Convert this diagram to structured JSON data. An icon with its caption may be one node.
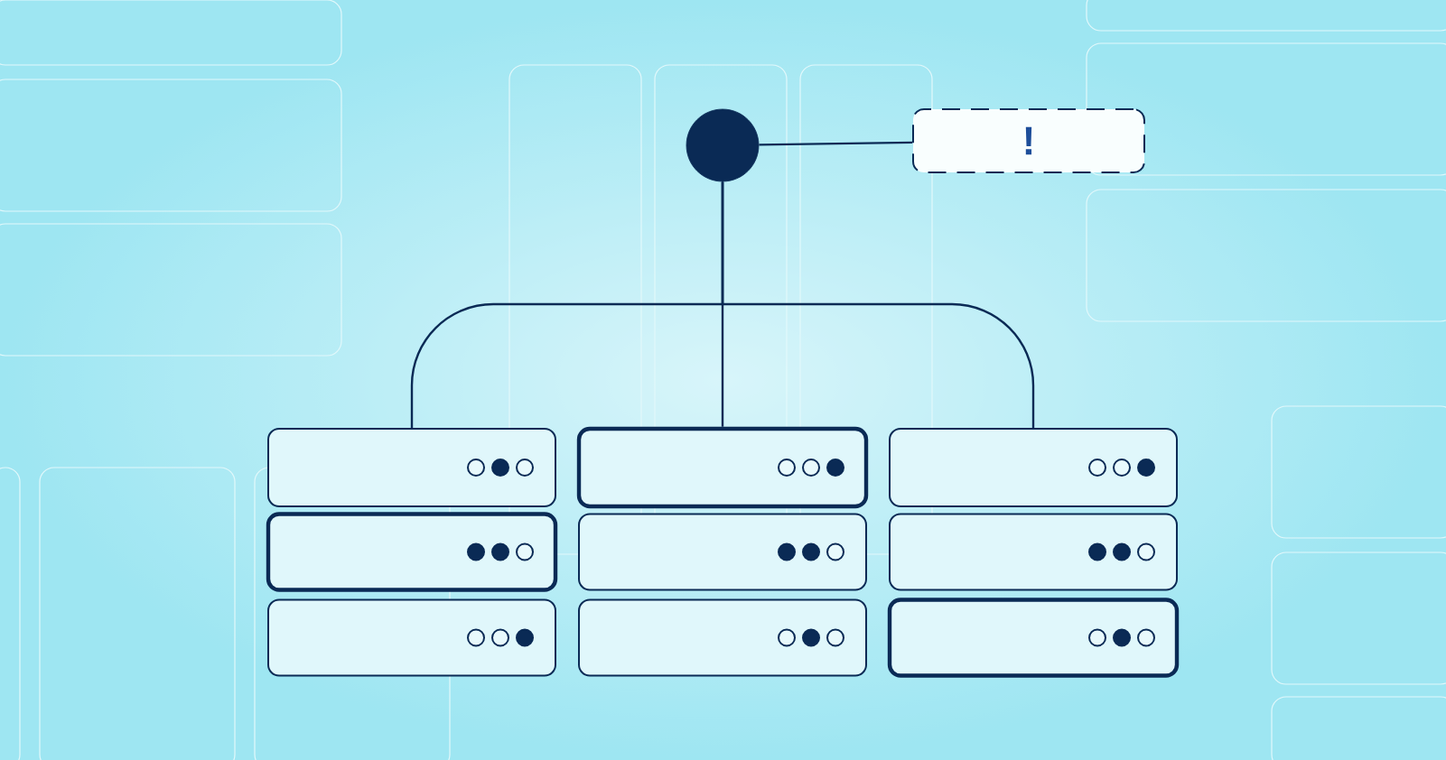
{
  "diagram": {
    "nodes": [
      {
        "text": [],
        "shape": "circle"
      },
      {
        "text": [
          "!"
        ]
      },
      {
        "text": [],
        "shape": "box"
      },
      {
        "text": [],
        "shape": "box"
      },
      {
        "text": [],
        "shape": "box"
      },
      {
        "text": [],
        "shape": "box"
      },
      {
        "text": [],
        "shape": "box"
      },
      {
        "text": [],
        "shape": "box"
      },
      {
        "text": [],
        "shape": "box"
      },
      {
        "text": [],
        "shape": "box"
      },
      {
        "text": [],
        "shape": "box"
      }
    ],
    "edges": [
      {
        "from": 0,
        "to": 1,
        "arrow": "none"
      },
      {
        "from": 0,
        "to": 2,
        "arrow": "none"
      },
      {
        "from": 0,
        "to": 3,
        "arrow": "none"
      },
      {
        "from": 0,
        "to": 4,
        "arrow": "none"
      }
    ]
  }
}
